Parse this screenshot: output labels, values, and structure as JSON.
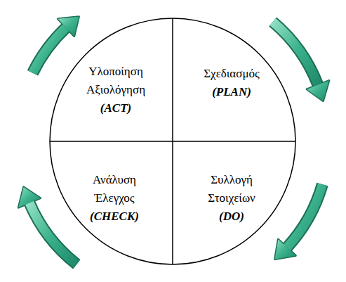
{
  "diagram": {
    "nodes": [
      {
        "text": [
          "Υλοποίηση Αξιολόγηση",
          "(ACT)"
        ]
      },
      {
        "text": [
          "Σχεδιασμός",
          "(PLAN)"
        ]
      },
      {
        "text": [
          "Ανάλυση Έλεγχος",
          "(CHECK)"
        ]
      },
      {
        "text": [
          "Συλλογή Στοιχείων",
          "(DO)"
        ]
      }
    ],
    "edges": [
      {
        "from": 1,
        "to": 3,
        "arrow": "to"
      },
      {
        "from": 3,
        "to": 2,
        "arrow": "to"
      },
      {
        "from": 2,
        "to": 0,
        "arrow": "to"
      },
      {
        "from": 0,
        "to": 1,
        "arrow": "to"
      }
    ]
  }
}
